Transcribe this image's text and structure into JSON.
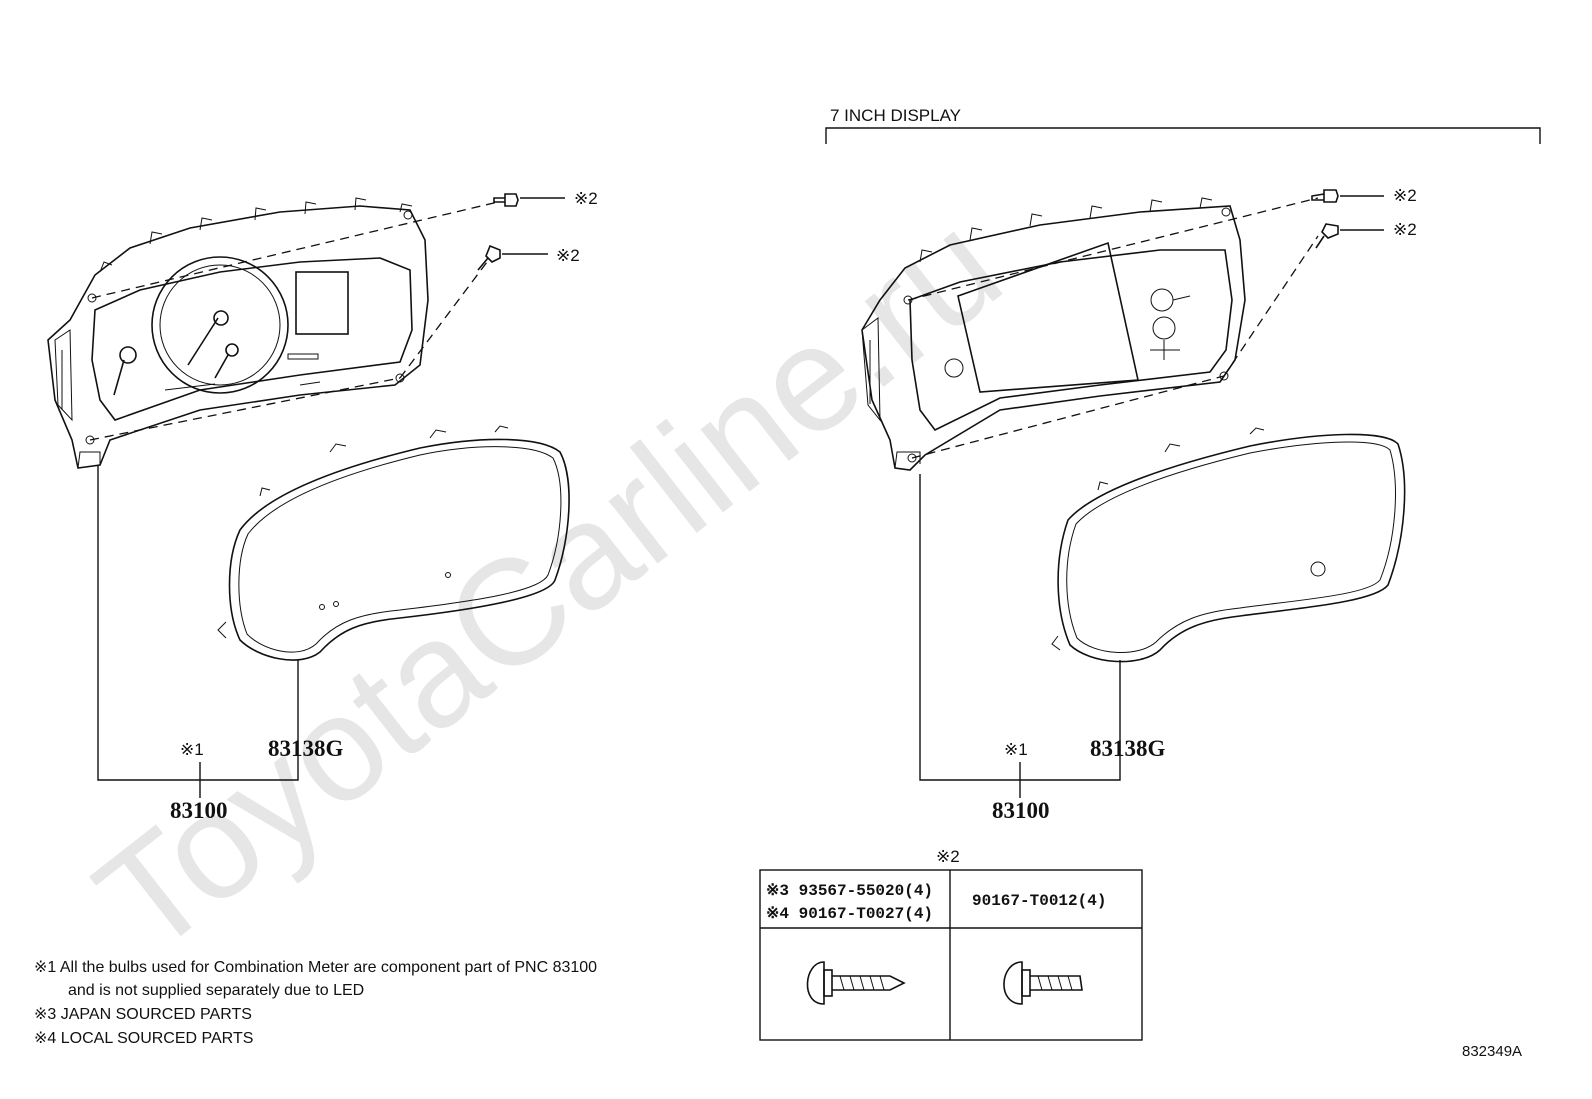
{
  "watermark": "ToyotaCarline.ru",
  "section_label": "7 INCH DISPLAY",
  "callouts": {
    "left_screw_upper": "※2",
    "left_screw_lower": "※2",
    "right_screw_upper": "※2",
    "right_screw_lower": "※2"
  },
  "left_assembly": {
    "note_ref": "※1",
    "lens_part": "83138G",
    "meter_part": "83100"
  },
  "right_assembly": {
    "note_ref": "※1",
    "lens_part": "83138G",
    "meter_part": "83100"
  },
  "screw_table": {
    "caption": "※2",
    "left_line1": "※3 93567-55020(4)",
    "left_line2": "※4 90167-T0027(4)",
    "right_line1": "90167-T0012(4)"
  },
  "notes": {
    "n1_line1": "※1 All the bulbs used for Combination Meter are component part of PNC 83100",
    "n1_line2": "and is not supplied separately due to LED",
    "n3": "※3 JAPAN SOURCED PARTS",
    "n4": "※4 LOCAL SOURCED PARTS"
  },
  "figure_id": "832349A"
}
